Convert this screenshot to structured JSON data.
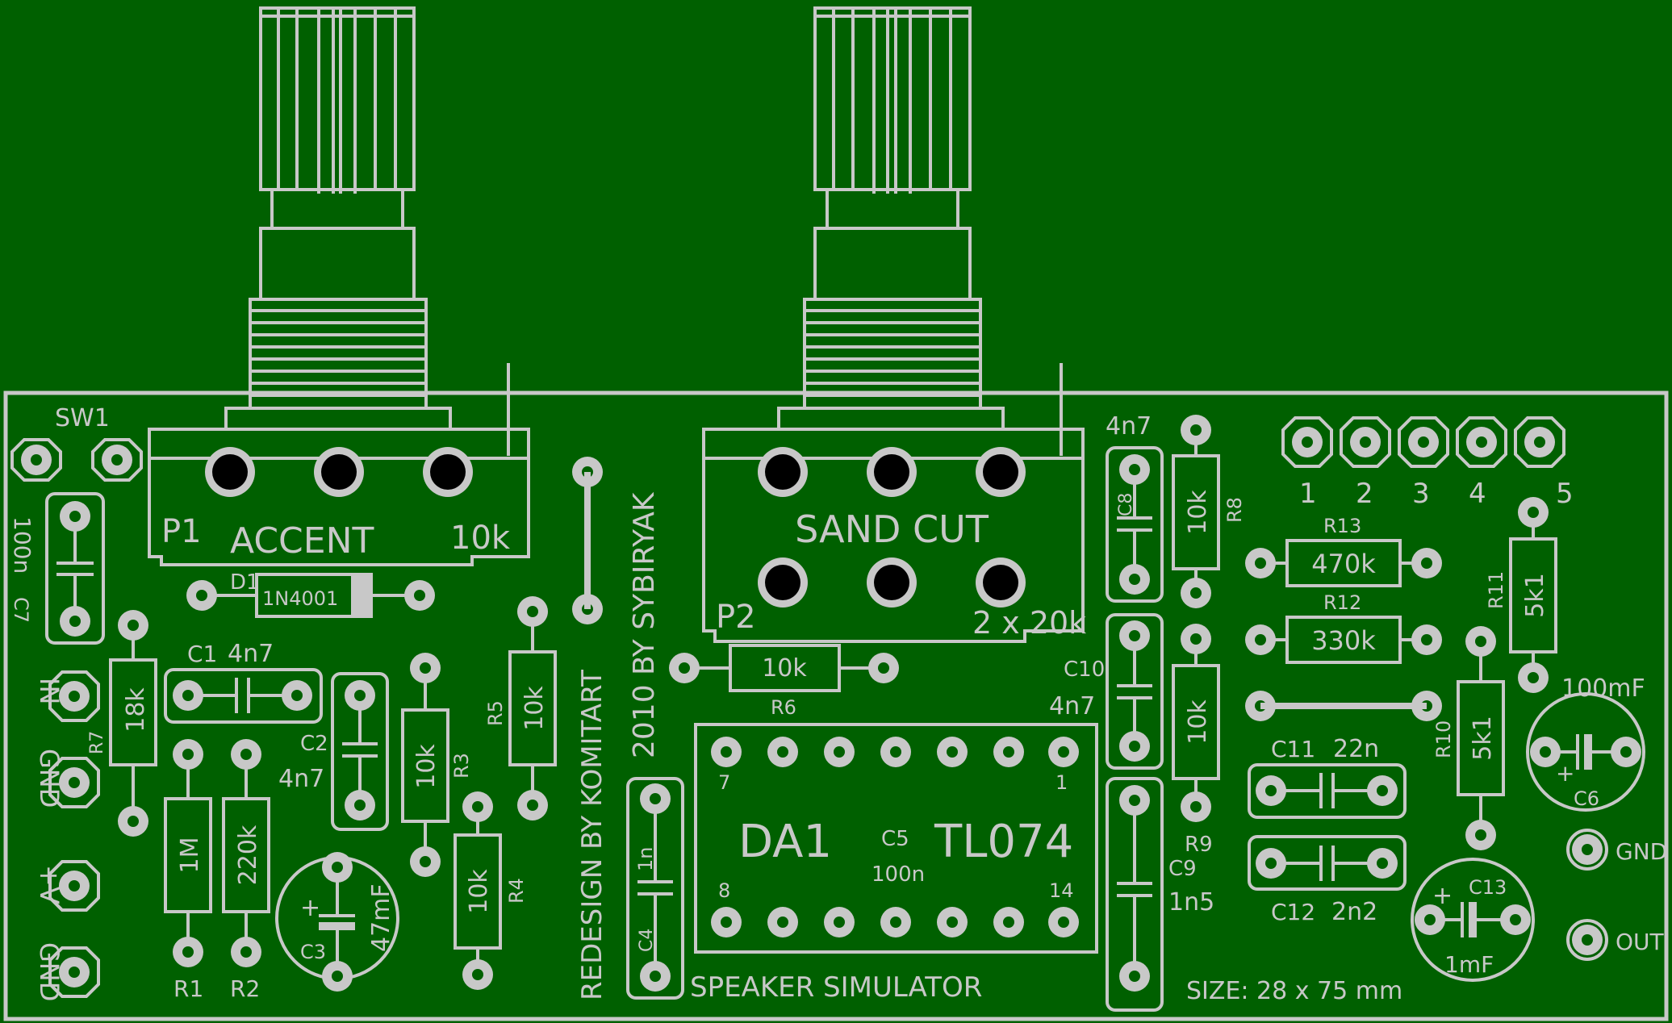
{
  "pots": {
    "p1": {
      "ref": "P1",
      "name": "ACCENT",
      "value": "10k"
    },
    "p2": {
      "ref": "P2",
      "name": "SAND CUT",
      "value": "2 x 20k"
    }
  },
  "switch": {
    "ref": "SW1"
  },
  "diode": {
    "ref": "D1",
    "value": "1N4001"
  },
  "resistors": {
    "r1": {
      "ref": "R1",
      "value": "1M"
    },
    "r2": {
      "ref": "R2",
      "value": "220k"
    },
    "r3": {
      "ref": "R3",
      "value": "10k"
    },
    "r4": {
      "ref": "R4",
      "value": "10k"
    },
    "r5": {
      "ref": "R5",
      "value": "10k"
    },
    "r6": {
      "ref": "R6",
      "value": "10k"
    },
    "r7": {
      "ref": "R7",
      "value": "18k"
    },
    "r8": {
      "ref": "R8",
      "value": "10k"
    },
    "r9": {
      "ref": "R9",
      "value": "10k"
    },
    "r10": {
      "ref": "R10",
      "value": "5k1"
    },
    "r11": {
      "ref": "R11",
      "value": "5k1"
    },
    "r12": {
      "ref": "R12",
      "value": "330k"
    },
    "r13": {
      "ref": "R13",
      "value": "470k"
    }
  },
  "capacitors": {
    "c1": {
      "ref": "C1",
      "value": "4n7"
    },
    "c2": {
      "ref": "C2",
      "value": "4n7"
    },
    "c3": {
      "ref": "C3",
      "value": "47mF"
    },
    "c4": {
      "ref": "C4",
      "value": "1n"
    },
    "c5": {
      "ref": "C5",
      "value": "100n"
    },
    "c6": {
      "ref": "C6",
      "value": "100mF"
    },
    "c7": {
      "ref": "C7",
      "value": "100n"
    },
    "c8": {
      "ref": "C8",
      "value": "4n7"
    },
    "c9": {
      "ref": "C9",
      "value": "1n5"
    },
    "c10": {
      "ref": "C10",
      "value": "4n7"
    },
    "c11": {
      "ref": "C11",
      "value": "22n"
    },
    "c12": {
      "ref": "C12",
      "value": "2n2"
    },
    "c13": {
      "ref": "C13",
      "value": "1mF"
    }
  },
  "ic": {
    "ref": "DA1",
    "part": "TL074",
    "pin1": "1",
    "pin7": "7",
    "pin8": "8",
    "pin14": "14"
  },
  "connectors_left": {
    "in": "IN",
    "gnd1": "GND",
    "vplus": "+V",
    "gnd2": "GND"
  },
  "connectors_right": {
    "gnd": "GND",
    "out": "OUT"
  },
  "header_pins": [
    "1",
    "2",
    "3",
    "4",
    "5"
  ],
  "credits": {
    "line1": "REDESIGN BY KOMITART",
    "line2": "2010 BY SYBIRYAK"
  },
  "title": "SPEAKER SIMULATOR",
  "size_label": "SIZE: 28 x 75 mm",
  "colors": {
    "board": "#006000",
    "silk": "#c8c8c8",
    "pad_hole": "#000000"
  }
}
